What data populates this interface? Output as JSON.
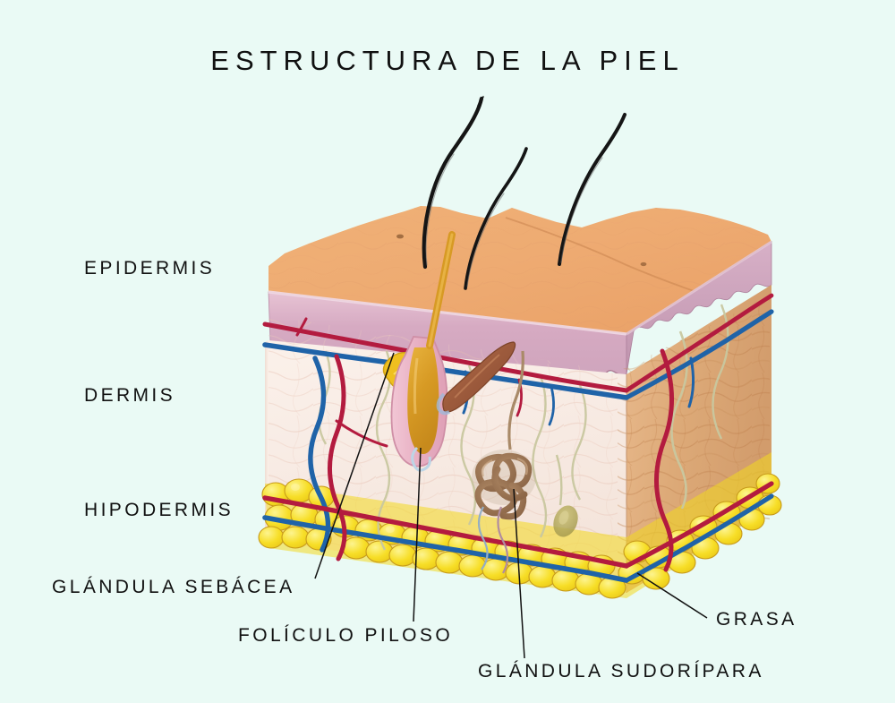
{
  "page": {
    "title": "ESTRUCTURA DE LA PIEL",
    "background_color": "#eafaf5",
    "text_color": "#111111",
    "language": "es"
  },
  "diagram": {
    "subject": "skin-cross-section-3d-block",
    "layer_labels": [
      {
        "id": "epidermis",
        "text": "EPIDERMIS",
        "side": "left"
      },
      {
        "id": "dermis",
        "text": "DERMIS",
        "side": "left"
      },
      {
        "id": "hipodermis",
        "text": "HIPODERMIS",
        "side": "left"
      }
    ],
    "structure_labels": [
      {
        "id": "glandula-sebacea",
        "text": "GLÁNDULA SEBÁCEA",
        "side": "bottom-left"
      },
      {
        "id": "foliculo-piloso",
        "text": "FOLÍCULO PILOSO",
        "side": "bottom"
      },
      {
        "id": "glandula-sudoripara",
        "text": "GLÁNDULA SUDORÍPARA",
        "side": "bottom-right"
      },
      {
        "id": "grasa",
        "text": "GRASA",
        "side": "right"
      }
    ],
    "colors": {
      "skin_surface": "#eeab72",
      "skin_surface_light": "#f3bd8c",
      "epidermis_band": "#cfa7bd",
      "epidermis_band_light": "#e3c2d2",
      "dermis_face": "#f8ece6",
      "dermis_side": "#dfa877",
      "fat_globule": "#f5dc1e",
      "fat_globule_light": "#fdf07a",
      "fat_outline": "#c79a1b",
      "artery": "#b31b3f",
      "vein": "#1f63a8",
      "hair_shaft": "#151515",
      "hair_follicle": "#d79a24",
      "follicle_sheath": "#e9b7c6",
      "sebaceous_gland": "#efc01f",
      "arrector_muscle": "#9c5a3c",
      "sweat_gland": "#9c7354",
      "nerve": "#c9c8a0",
      "leader_line": "#111111"
    },
    "elements": [
      {
        "id": "hair-shaft-1",
        "type": "hair",
        "description": "hair emerging from skin surface, curving left"
      },
      {
        "id": "hair-shaft-2",
        "type": "hair",
        "description": "hair emerging from skin surface, center"
      },
      {
        "id": "hair-shaft-3",
        "type": "hair",
        "description": "hair emerging from skin surface, right"
      },
      {
        "id": "sebaceous-gland",
        "type": "gland",
        "description": "yellow lobed sebaceous gland attached to follicle"
      },
      {
        "id": "hair-follicle",
        "type": "follicle",
        "description": "amber hair bulb with pink sheath"
      },
      {
        "id": "arrector-pili",
        "type": "muscle",
        "description": "brown arrector pili muscle"
      },
      {
        "id": "sweat-gland",
        "type": "gland",
        "description": "coiled brown eccrine sweat gland"
      },
      {
        "id": "sensory-corpuscle",
        "type": "receptor",
        "description": "olive sensory nerve ending"
      },
      {
        "id": "artery-network",
        "type": "vessel",
        "description": "red arterial network"
      },
      {
        "id": "vein-network",
        "type": "vessel",
        "description": "blue venous network"
      },
      {
        "id": "nerve-fibers",
        "type": "nerve",
        "description": "pale wavy nerve fibers"
      },
      {
        "id": "fat-layer",
        "type": "tissue",
        "description": "yellow adipose globules of hypodermis"
      }
    ]
  }
}
